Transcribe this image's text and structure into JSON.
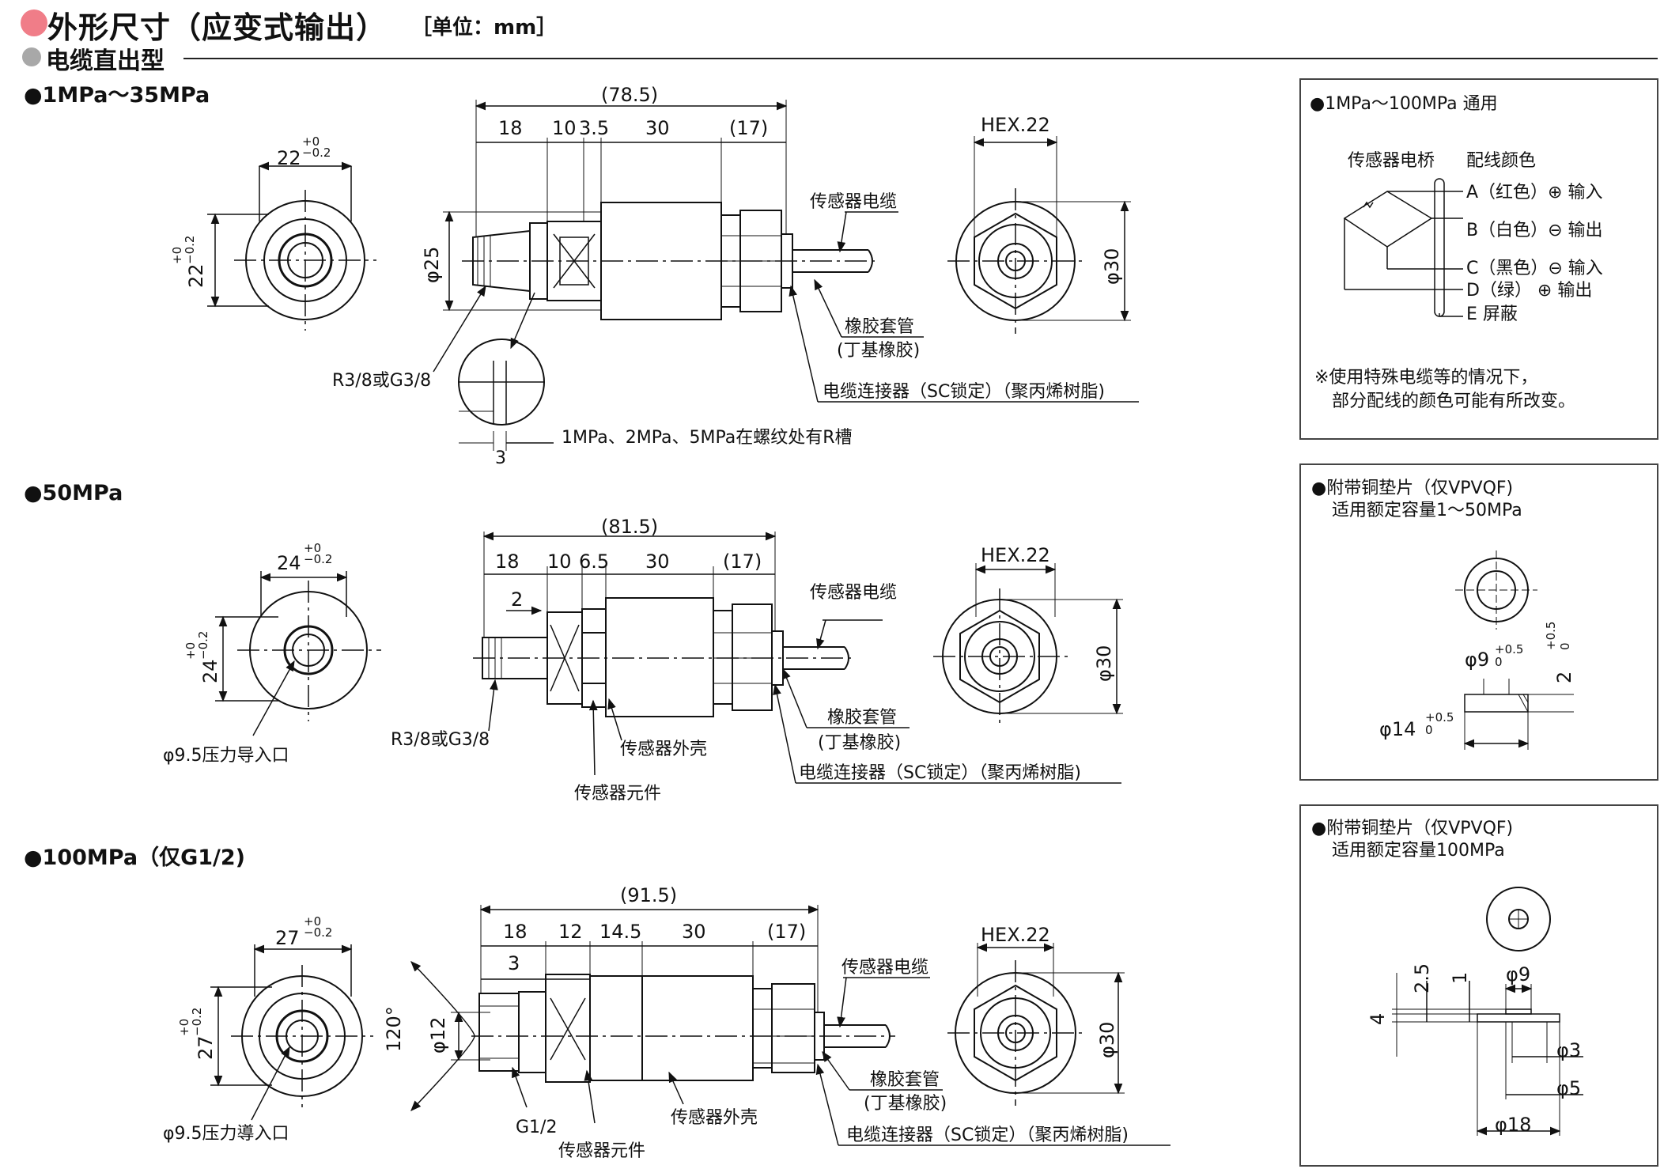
{
  "header": {
    "title": "外形尺寸（应变式输出）",
    "unit": "［单位：mm］",
    "subtitle": "电缆直出型"
  },
  "sections": {
    "s1": "●1MPa～35MPa",
    "s2": "●50MPa",
    "s3": "●100MPa（仅G1/2)"
  },
  "d1": {
    "overall": "(78.5)",
    "d18": "18",
    "d10": "10",
    "d35": "3.5",
    "d30": "30",
    "d17": "(17)",
    "hex": "HEX.22",
    "w22": "22",
    "tol_up": "+0",
    "tol_dn": "−0.2",
    "h22": "22",
    "phi25": "φ25",
    "phi30": "φ30",
    "cable": "传感器电缆",
    "tube1": "橡胶套管",
    "tube2": "(丁基橡胶)",
    "connector": "电缆连接器（SC锁定）（聚丙烯树脂)",
    "thread": "R3/8或G3/8",
    "slot": "1MPa、2MPa、5MPa在螺纹处有R槽",
    "slot_w": "3"
  },
  "d2": {
    "overall": "(81.5)",
    "d18": "18",
    "d10": "10",
    "d65": "6.5",
    "d30": "30",
    "d17": "(17)",
    "d2": "2",
    "hex": "HEX.22",
    "w24": "24",
    "tol_up": "+0",
    "tol_dn": "−0.2",
    "h24": "24",
    "phi30": "φ30",
    "cable": "传感器电缆",
    "tube1": "橡胶套管",
    "tube2": "(丁基橡胶)",
    "connector": "电缆连接器（SC锁定）（聚丙烯树脂)",
    "thread": "R3/8或G3/8",
    "port": "φ9.5压力导入口",
    "shell": "传感器外壳",
    "element": "传感器元件"
  },
  "d3": {
    "overall": "(91.5)",
    "d18": "18",
    "d12": "12",
    "d145": "14.5",
    "d30": "30",
    "d17": "(17)",
    "d3": "3",
    "hex": "HEX.22",
    "w27": "27",
    "tol_up": "+0",
    "tol_dn": "−0.2",
    "h27": "27",
    "phi12": "φ12",
    "phi30": "φ30",
    "angle": "120°",
    "cable": "传感器电缆",
    "tube1": "橡胶套管",
    "tube2": "(丁基橡胶)",
    "connector": "电缆连接器（SC锁定）（聚丙烯树脂)",
    "thread": "G1/2",
    "port": "φ9.5压力導入口",
    "shell": "传感器外壳",
    "element": "传感器元件"
  },
  "wiring": {
    "title": "●1MPa～100MPa 通用",
    "bridge": "传感器电桥",
    "color_hdr": "配线颜色",
    "lines": [
      "A（红色）⊕ 输入",
      "B（白色）⊖ 输出",
      "C（黑色）⊖ 输入",
      "D（绿）   ⊕ 输出",
      "E 屏蔽"
    ],
    "note1": "※使用特殊电缆等的情况下，",
    "note2": "部分配线的颜色可能有所改变。"
  },
  "washer1": {
    "title": "●附带铜垫片（仅VPVQF)",
    "sub": "适用额定容量1～50MPa",
    "phi9": "φ9",
    "phi14": "φ14",
    "t2": "2",
    "tol9": "+0.5",
    "tol9b": "0",
    "tol14": "+0.5",
    "tol14b": "0",
    "tol2": "+0.5",
    "tol2b": "0"
  },
  "washer2": {
    "title": "●附带铜垫片（仅VPVQF)",
    "sub": "适用额定容量100MPa",
    "phi9": "φ9",
    "phi3": "φ3",
    "phi5": "φ5",
    "phi18": "φ18",
    "t25": "2.5",
    "t1": "1",
    "t4": "4"
  }
}
